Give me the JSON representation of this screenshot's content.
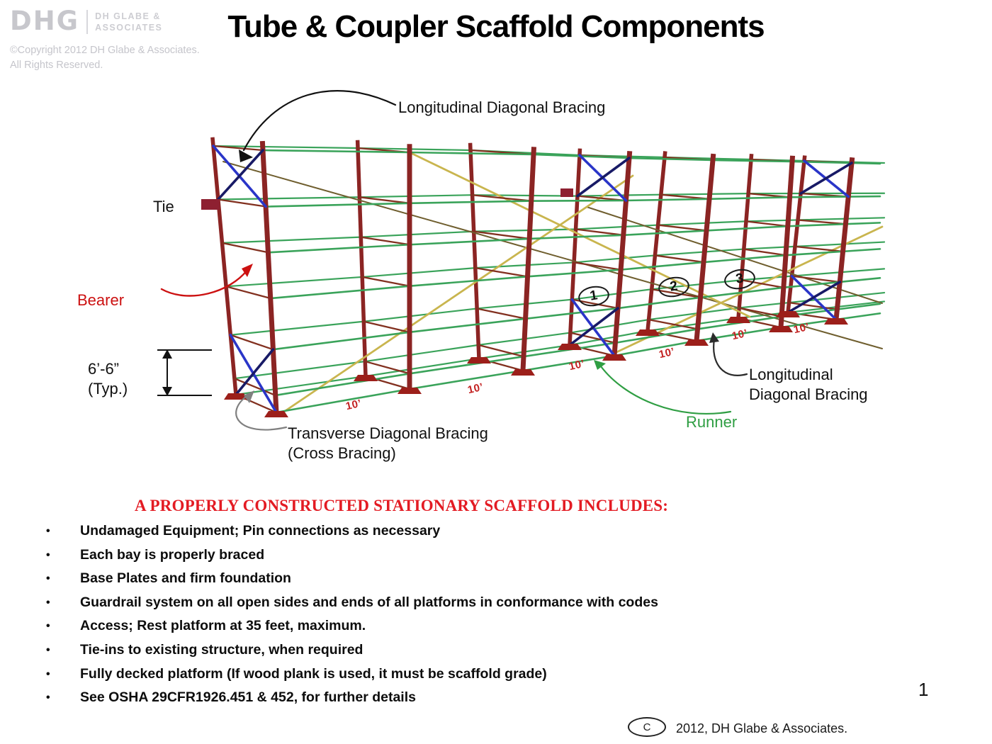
{
  "header": {
    "logo_text": "DHG",
    "logo_name_line1": "DH GLABE &",
    "logo_name_line2": "ASSOCIATES",
    "copyright_line1": "©Copyright 2012 DH Glabe & Associates.",
    "copyright_line2": "All Rights Reserved."
  },
  "title": "Tube & Coupler Scaffold Components",
  "diagram": {
    "labels": {
      "longitudinal_top": "Longitudinal  Diagonal Bracing",
      "tie": "Tie",
      "bearer": "Bearer",
      "dimension_value": "6’-6”",
      "dimension_qualifier": "(Typ.)",
      "transverse_line1": "Transverse Diagonal Bracing",
      "transverse_line2": "(Cross Bracing)",
      "longitudinal_right_line1": "Longitudinal",
      "longitudinal_right_line2": "Diagonal Bracing",
      "runner": "Runner",
      "bay_width": "10’"
    },
    "markers": [
      "1",
      "2",
      "3"
    ],
    "colors": {
      "post": "#8b2423",
      "runner_tube": "#3aa35a",
      "diagonal_brace": "#c9b54e",
      "dark_diagonal": "#6f5e2e",
      "cross_brace_blue": "#2a35c8",
      "cross_brace_navy": "#181a66",
      "bearer_tube": "#82301f",
      "base_plate": "#9c1f1a",
      "tie_block": "#8e2031",
      "annotation_red": "#cc1111",
      "annotation_green": "#2f9e43",
      "annotation_gray": "#808080"
    }
  },
  "checklist": {
    "heading": "A PROPERLY CONSTRUCTED STATIONARY SCAFFOLD INCLUDES:",
    "items": [
      "Undamaged Equipment; Pin connections as necessary",
      "Each bay is properly braced",
      "Base Plates and firm foundation",
      "Guardrail system on all open sides and ends of all platforms in conformance with codes",
      "Access; Rest platform at 35 feet, maximum.",
      "Tie-ins to existing structure, when required",
      "Fully decked platform (If wood plank is used, it must be scaffold grade)",
      "See OSHA 29CFR1926.451 & 452, for further details"
    ]
  },
  "footer": {
    "copyright_symbol": "C",
    "copyright_text": "2012, DH Glabe & Associates.",
    "page_number": "1"
  }
}
